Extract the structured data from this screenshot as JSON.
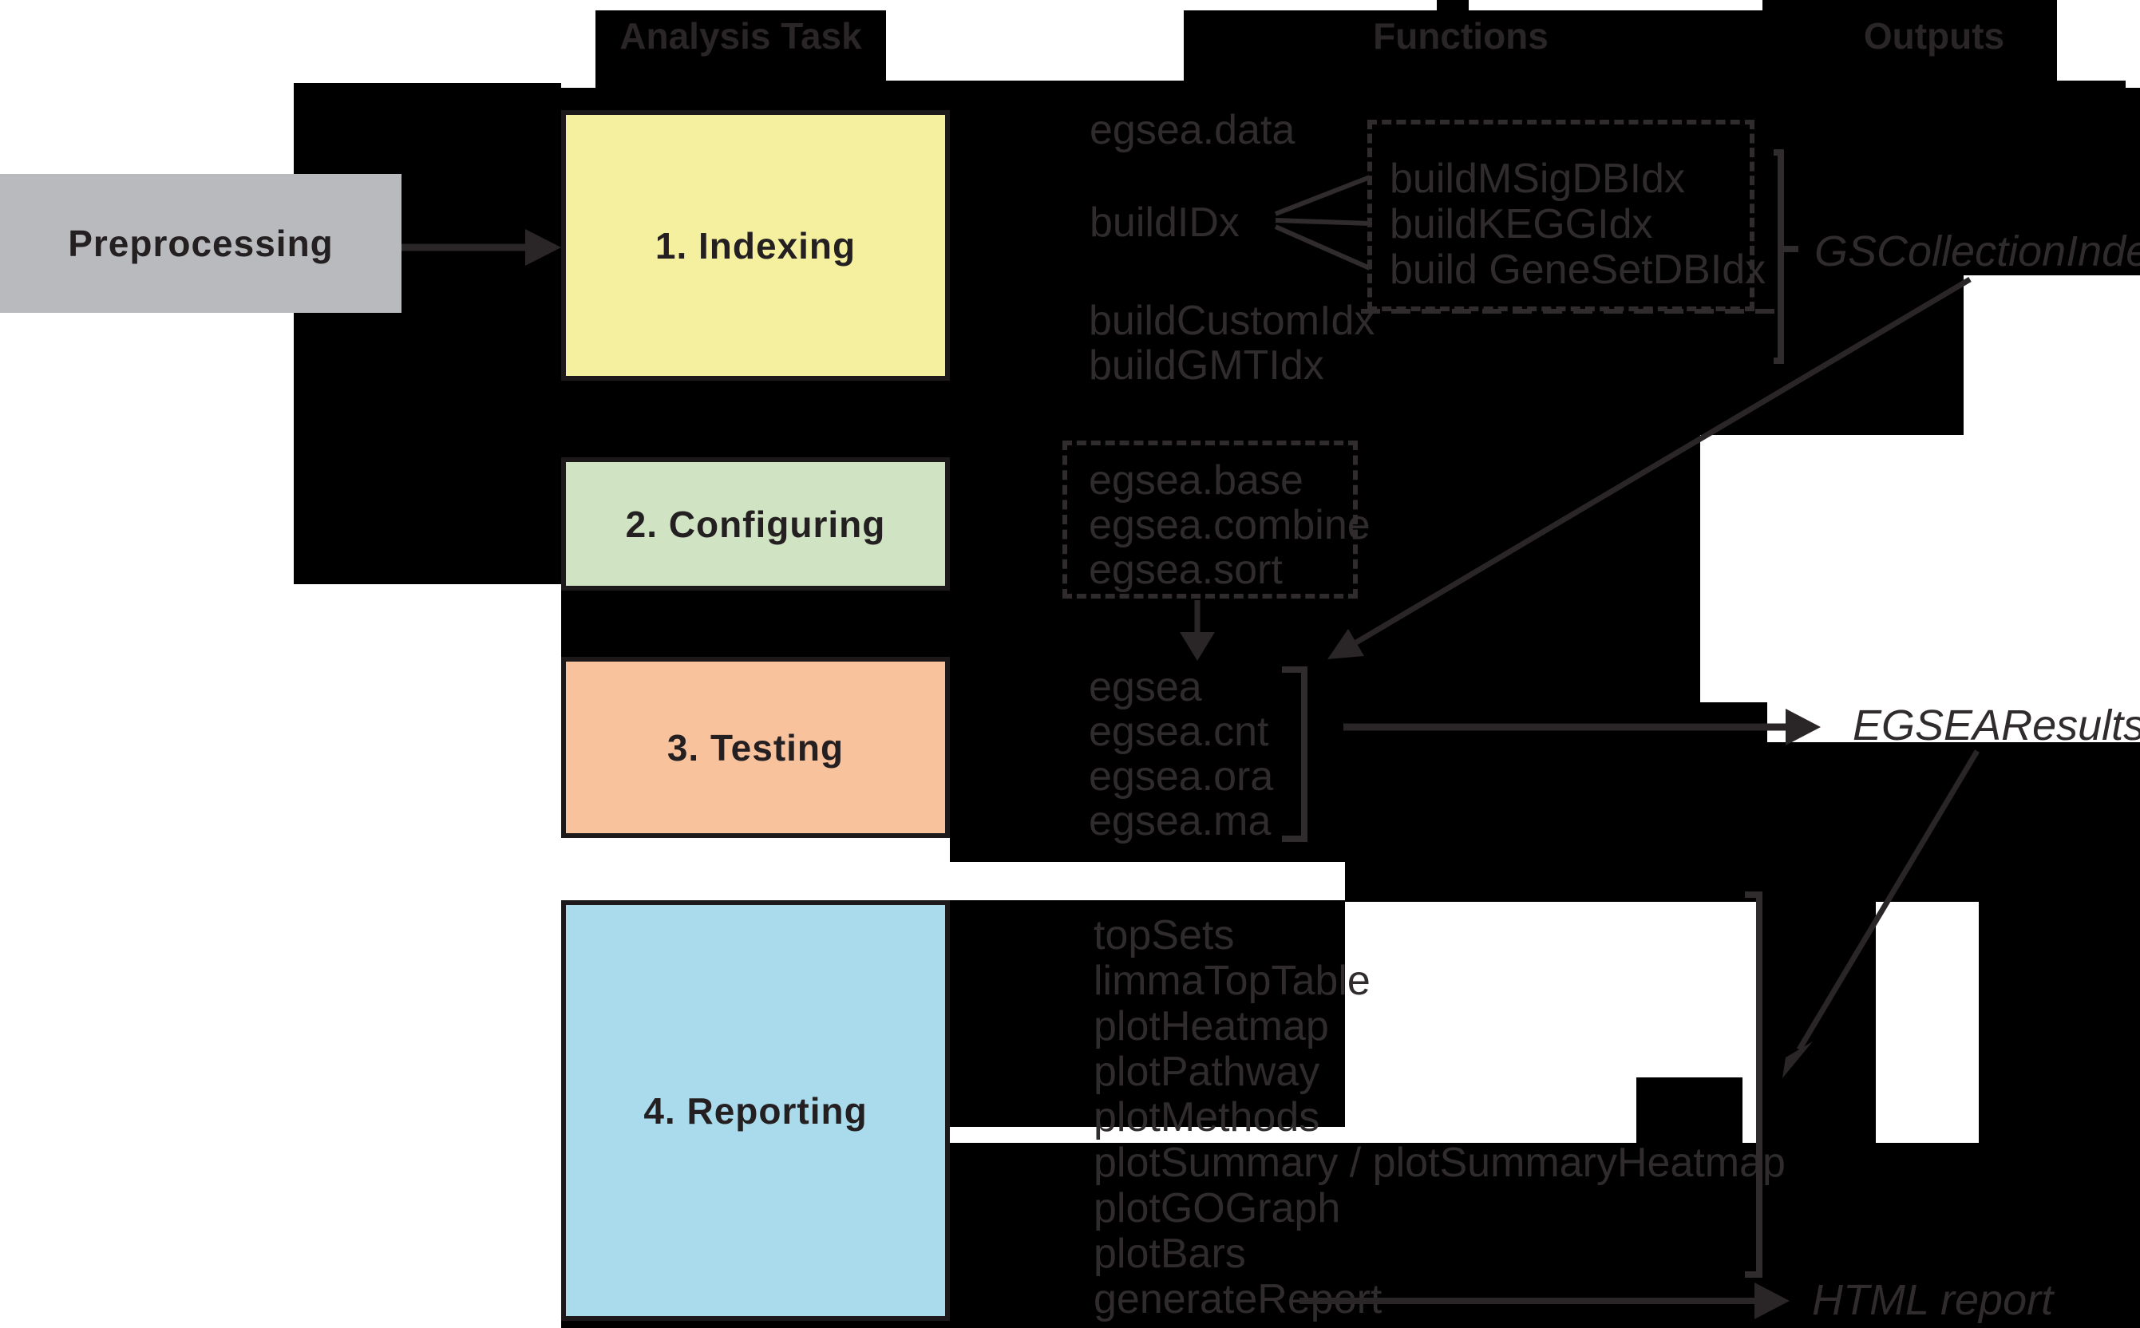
{
  "headers": {
    "analysis_task": "Analysis Task",
    "functions": "Functions",
    "outputs": "Outputs"
  },
  "preprocessing": {
    "label": "Preprocessing"
  },
  "tasks": [
    {
      "label": "1. Indexing",
      "color": "#f4f0a0"
    },
    {
      "label": "2. Configuring",
      "color": "#d0e4c3"
    },
    {
      "label": "3. Testing",
      "color": "#f8c29d"
    },
    {
      "label": "4. Reporting",
      "color": "#a9dbec"
    }
  ],
  "indexing": {
    "data_fn": "egsea.data",
    "index_fn": "buildIDx",
    "dashed_group": [
      "buildMSigDBIdx",
      "buildKEGGIdx",
      "build GeneSetDBIdx"
    ],
    "custom_fn": "buildCustomIdx",
    "gmt_fn": "buildGMTIdx",
    "output": "GSCollectionIndex"
  },
  "configuring": {
    "dashed_group": [
      "egsea.base",
      "egsea.combine",
      "egsea.sort"
    ]
  },
  "testing": {
    "fns": [
      "egsea",
      "egsea.cnt",
      "egsea.ora",
      "egsea.ma"
    ],
    "output": "EGSEAResults"
  },
  "reporting": {
    "fns": [
      "topSets",
      "limmaTopTable",
      "plotHeatmap",
      "plotPathway",
      "plotMethods",
      "plotSummary / plotSummaryHeatmap",
      "plotGOGraph",
      "plotBars",
      "generateReport"
    ],
    "output": "HTML report"
  },
  "colors": {
    "background_mask": "#000000",
    "page": "#ffffff",
    "indexing_fill": "#f4f0a0",
    "configuring_fill": "#d0e4c3",
    "testing_fill": "#f8c29d",
    "reporting_fill": "#a9dbec",
    "preprocessing_fill": "#b9babd",
    "ink": "#302b2d",
    "label_ink": "#241f21"
  }
}
